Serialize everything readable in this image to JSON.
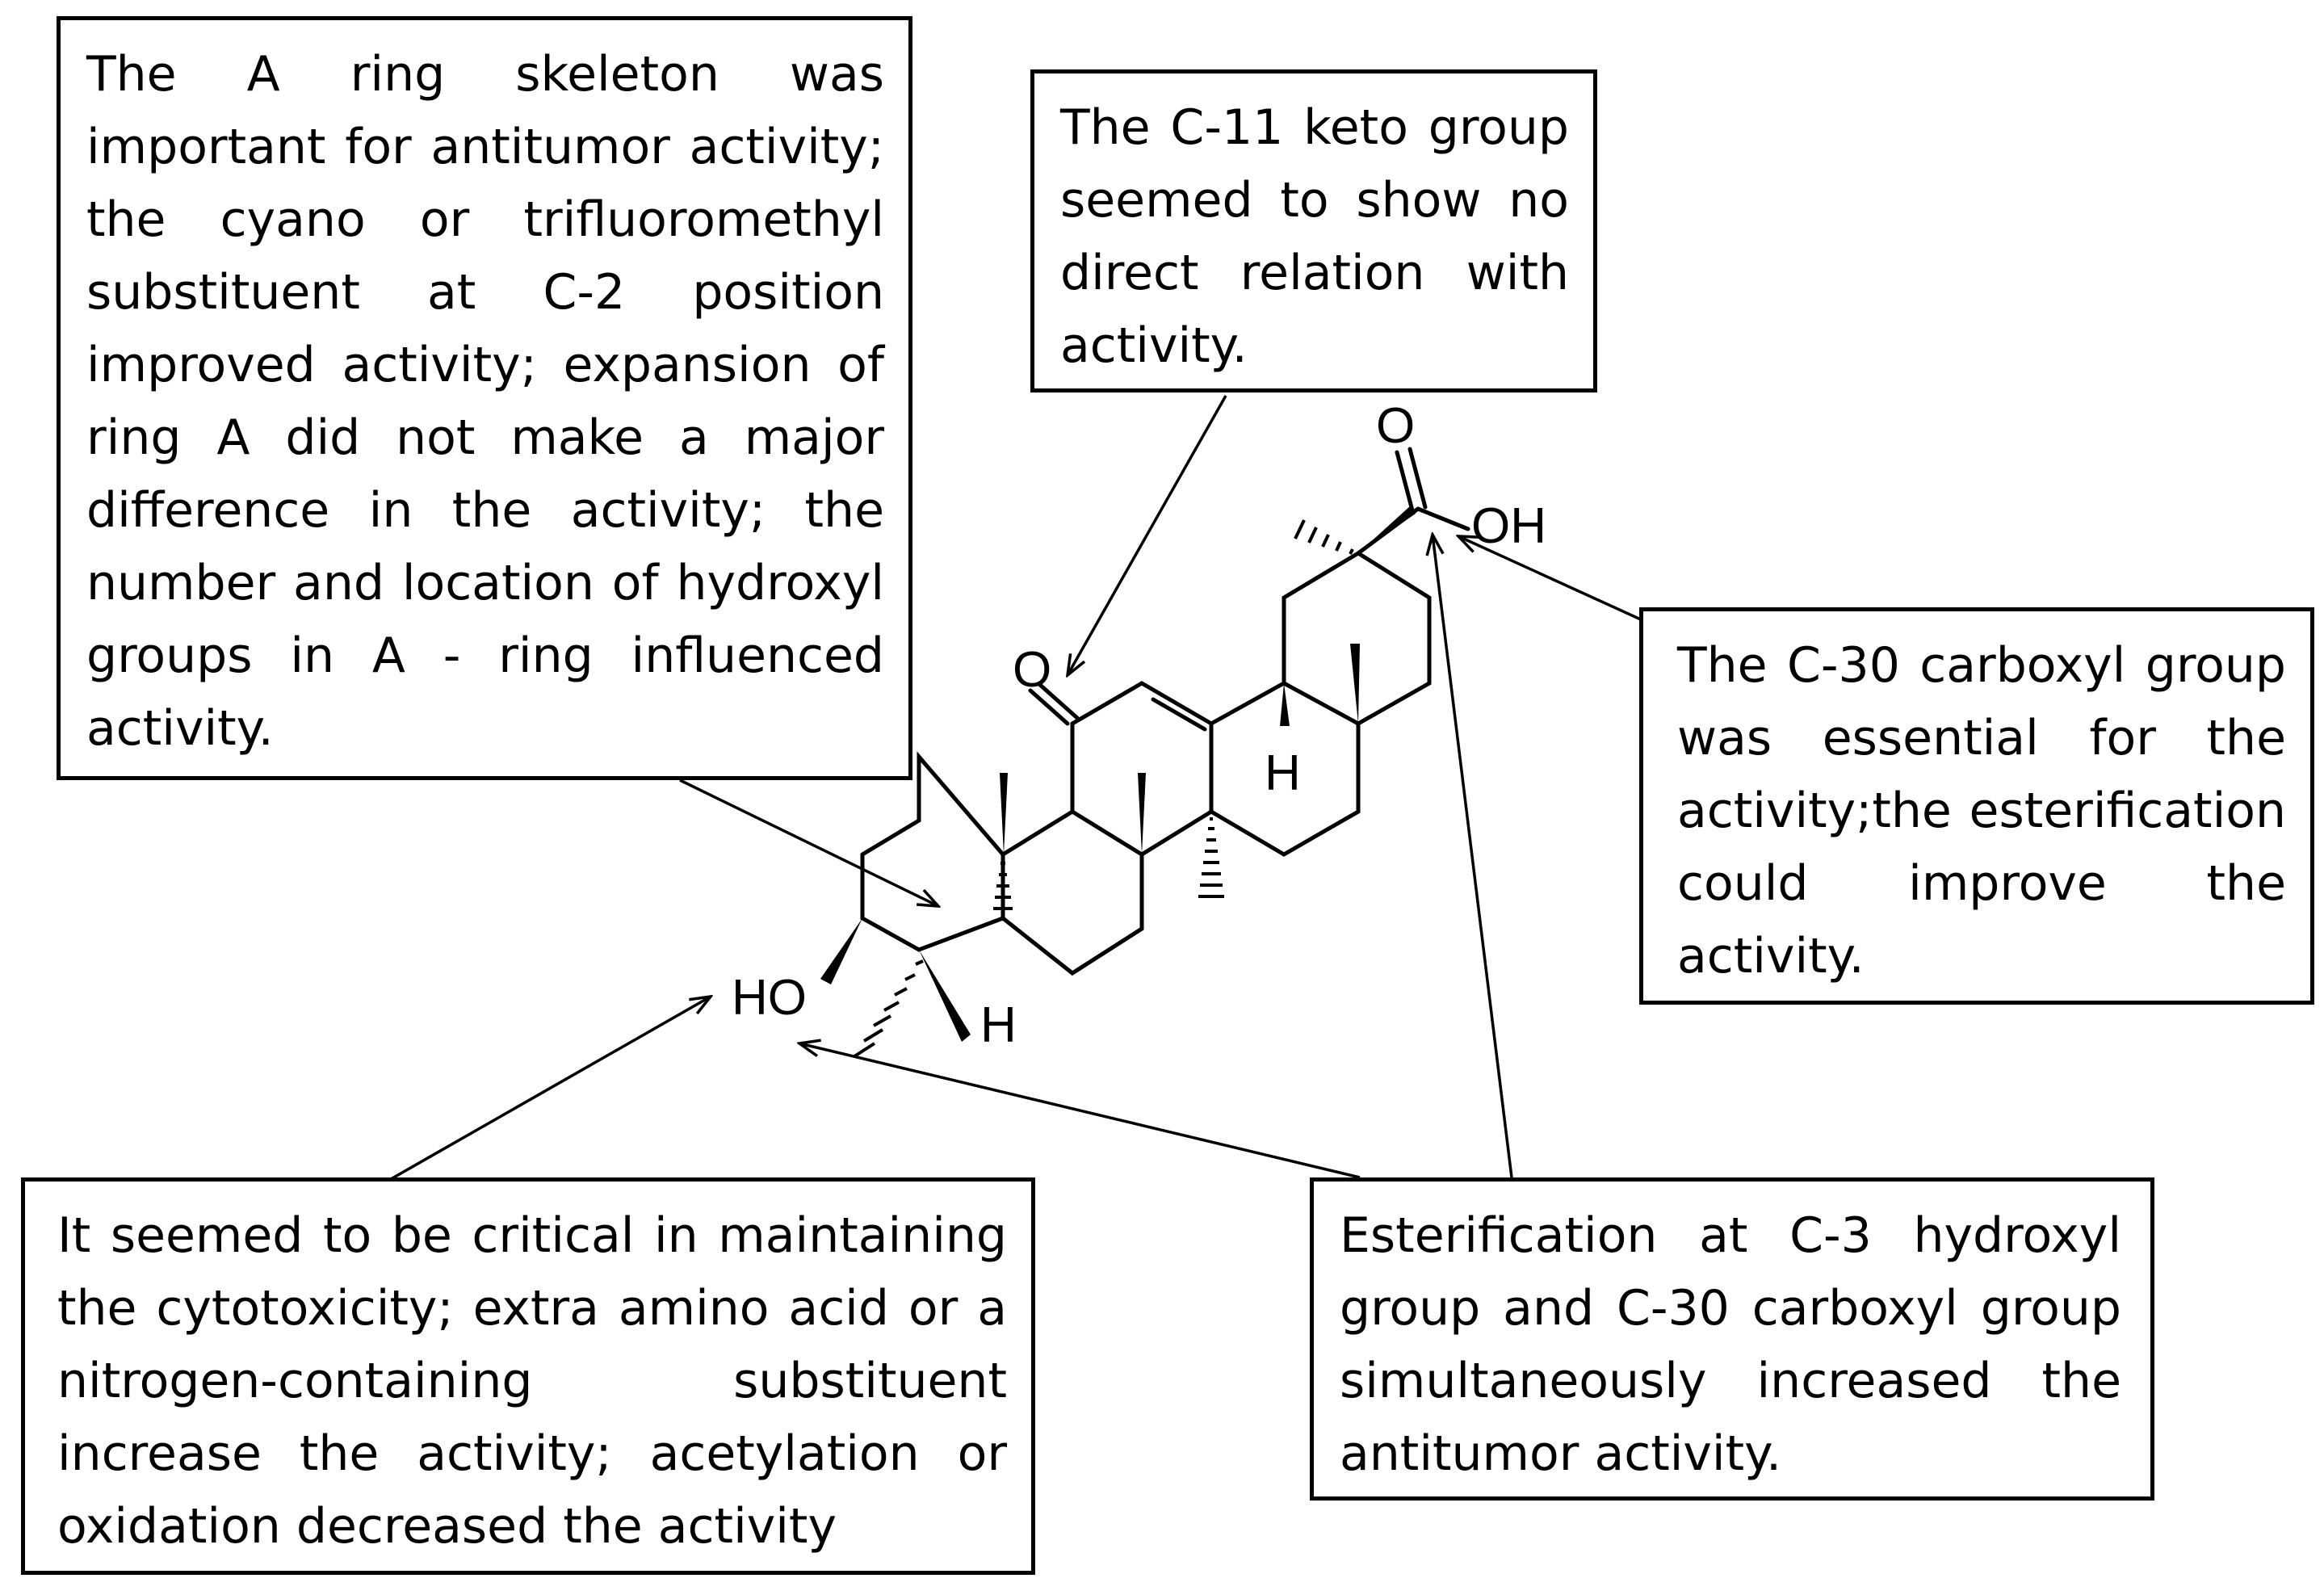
{
  "notes": {
    "a_ring": "The A ring skeleton was important for antitumor activity; the cyano or trifluoromethyl substituent at C-2 position improved activity; expansion of ring A did not make a major difference in the activity; the number and location of hydroxyl groups in A - ring influenced activity.",
    "c11": "The C-11 keto group seemed to show no direct relation with activity.",
    "c30": "The C-30 carboxyl group was essential for the activity;the esterification could improve the activity.",
    "c3": "It seemed to be critical in maintaining the cytotoxicity; extra amino acid or a nitrogen-containing substituent increase the activity; acetylation or oxidation decreased the activity",
    "ester": "Esterification at C-3 hydroxyl group and C-30 carboxyl group simultaneously increased the antitumor activity."
  },
  "structure_labels": {
    "keto_o": "O",
    "acid_o": "O",
    "acid_oh": "OH",
    "hydroxyl": "HO",
    "h_upper": "H",
    "h_lower": "H"
  }
}
